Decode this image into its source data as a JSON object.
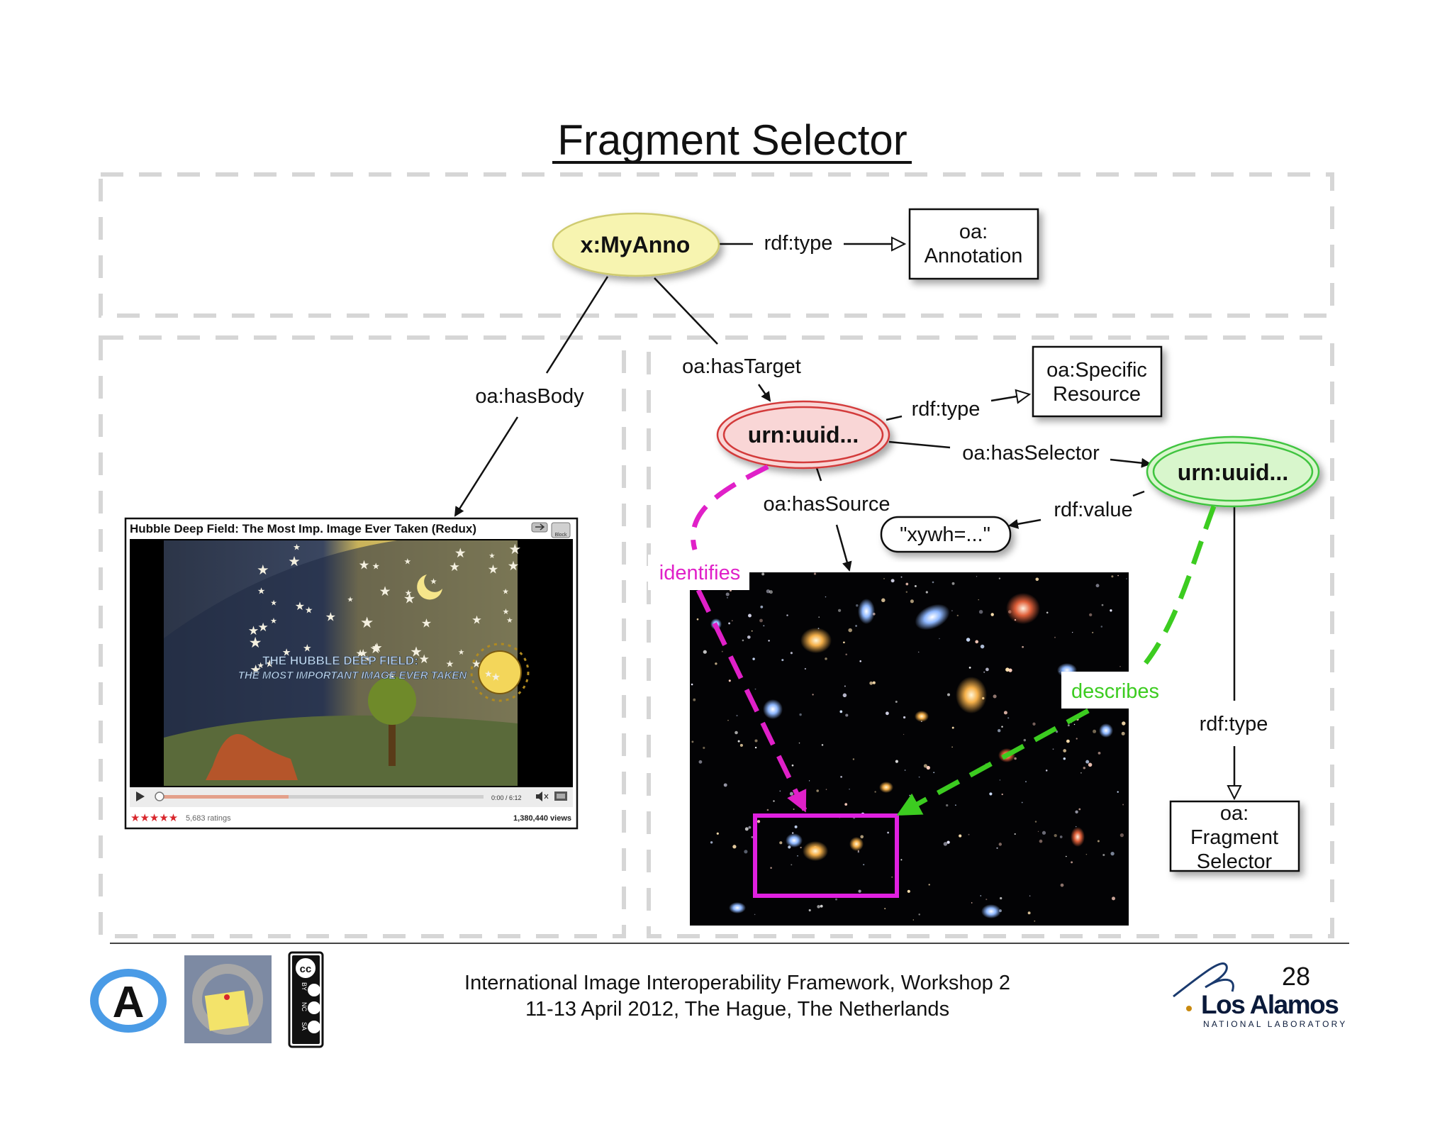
{
  "slide": {
    "title": "Fragment Selector",
    "page_number": "28"
  },
  "nodes": {
    "anno": "x:MyAnno",
    "annotation_class": [
      "oa:",
      "Annotation"
    ],
    "specific_resource_class": [
      "oa:Specific",
      "Resource"
    ],
    "target": "urn:uuid...",
    "selector": "urn:uuid...",
    "value_literal": "\"xywh=...\"",
    "fragment_selector_class": [
      "oa:",
      "Fragment",
      "Selector"
    ]
  },
  "edges": {
    "anno_type": "rdf:type",
    "has_body": "oa:hasBody",
    "has_target": "oa:hasTarget",
    "target_type": "rdf:type",
    "has_selector": "oa:hasSelector",
    "has_source": "oa:hasSource",
    "value": "rdf:value",
    "selector_type": "rdf:type",
    "identifies": "identifies",
    "describes": "describes"
  },
  "video": {
    "title": "Hubble Deep Field: The Most Imp. Image Ever Taken (Redux)",
    "overlay_line1": "THE HUBBLE DEEP FIELD:",
    "overlay_line2": "THE MOST IMPORTANT IMAGE EVER TAKEN",
    "time": "0:00 / 6:12",
    "ratings": "5,683 ratings",
    "views": "1,380,440 views",
    "stars": "★★★★★",
    "badge": "Block"
  },
  "footer": {
    "line1": "International Image Interoperability Framework, Workshop 2",
    "line2": "11-13 April 2012, The Hague, The Netherlands",
    "lab_name": "Los Alamos",
    "lab_sub": "NATIONAL LABORATORY",
    "cc_terms": [
      "BY",
      "NC",
      "SA"
    ],
    "logo_a_letter": "A"
  },
  "colors": {
    "anno_fill": "#f7f4b0",
    "target_fill": "#f9d6d6",
    "target_stroke": "#d33b3b",
    "selector_fill": "#d8f6cc",
    "selector_stroke": "#3fc43f",
    "identifies": "#e020c8",
    "describes": "#3ccc20",
    "region_box": "#e020e0",
    "dash_border": "#d6d6d6"
  },
  "icons": {
    "play": "play-icon",
    "volume": "volume-icon",
    "fullscreen": "fullscreen-icon",
    "share": "share-icon"
  }
}
